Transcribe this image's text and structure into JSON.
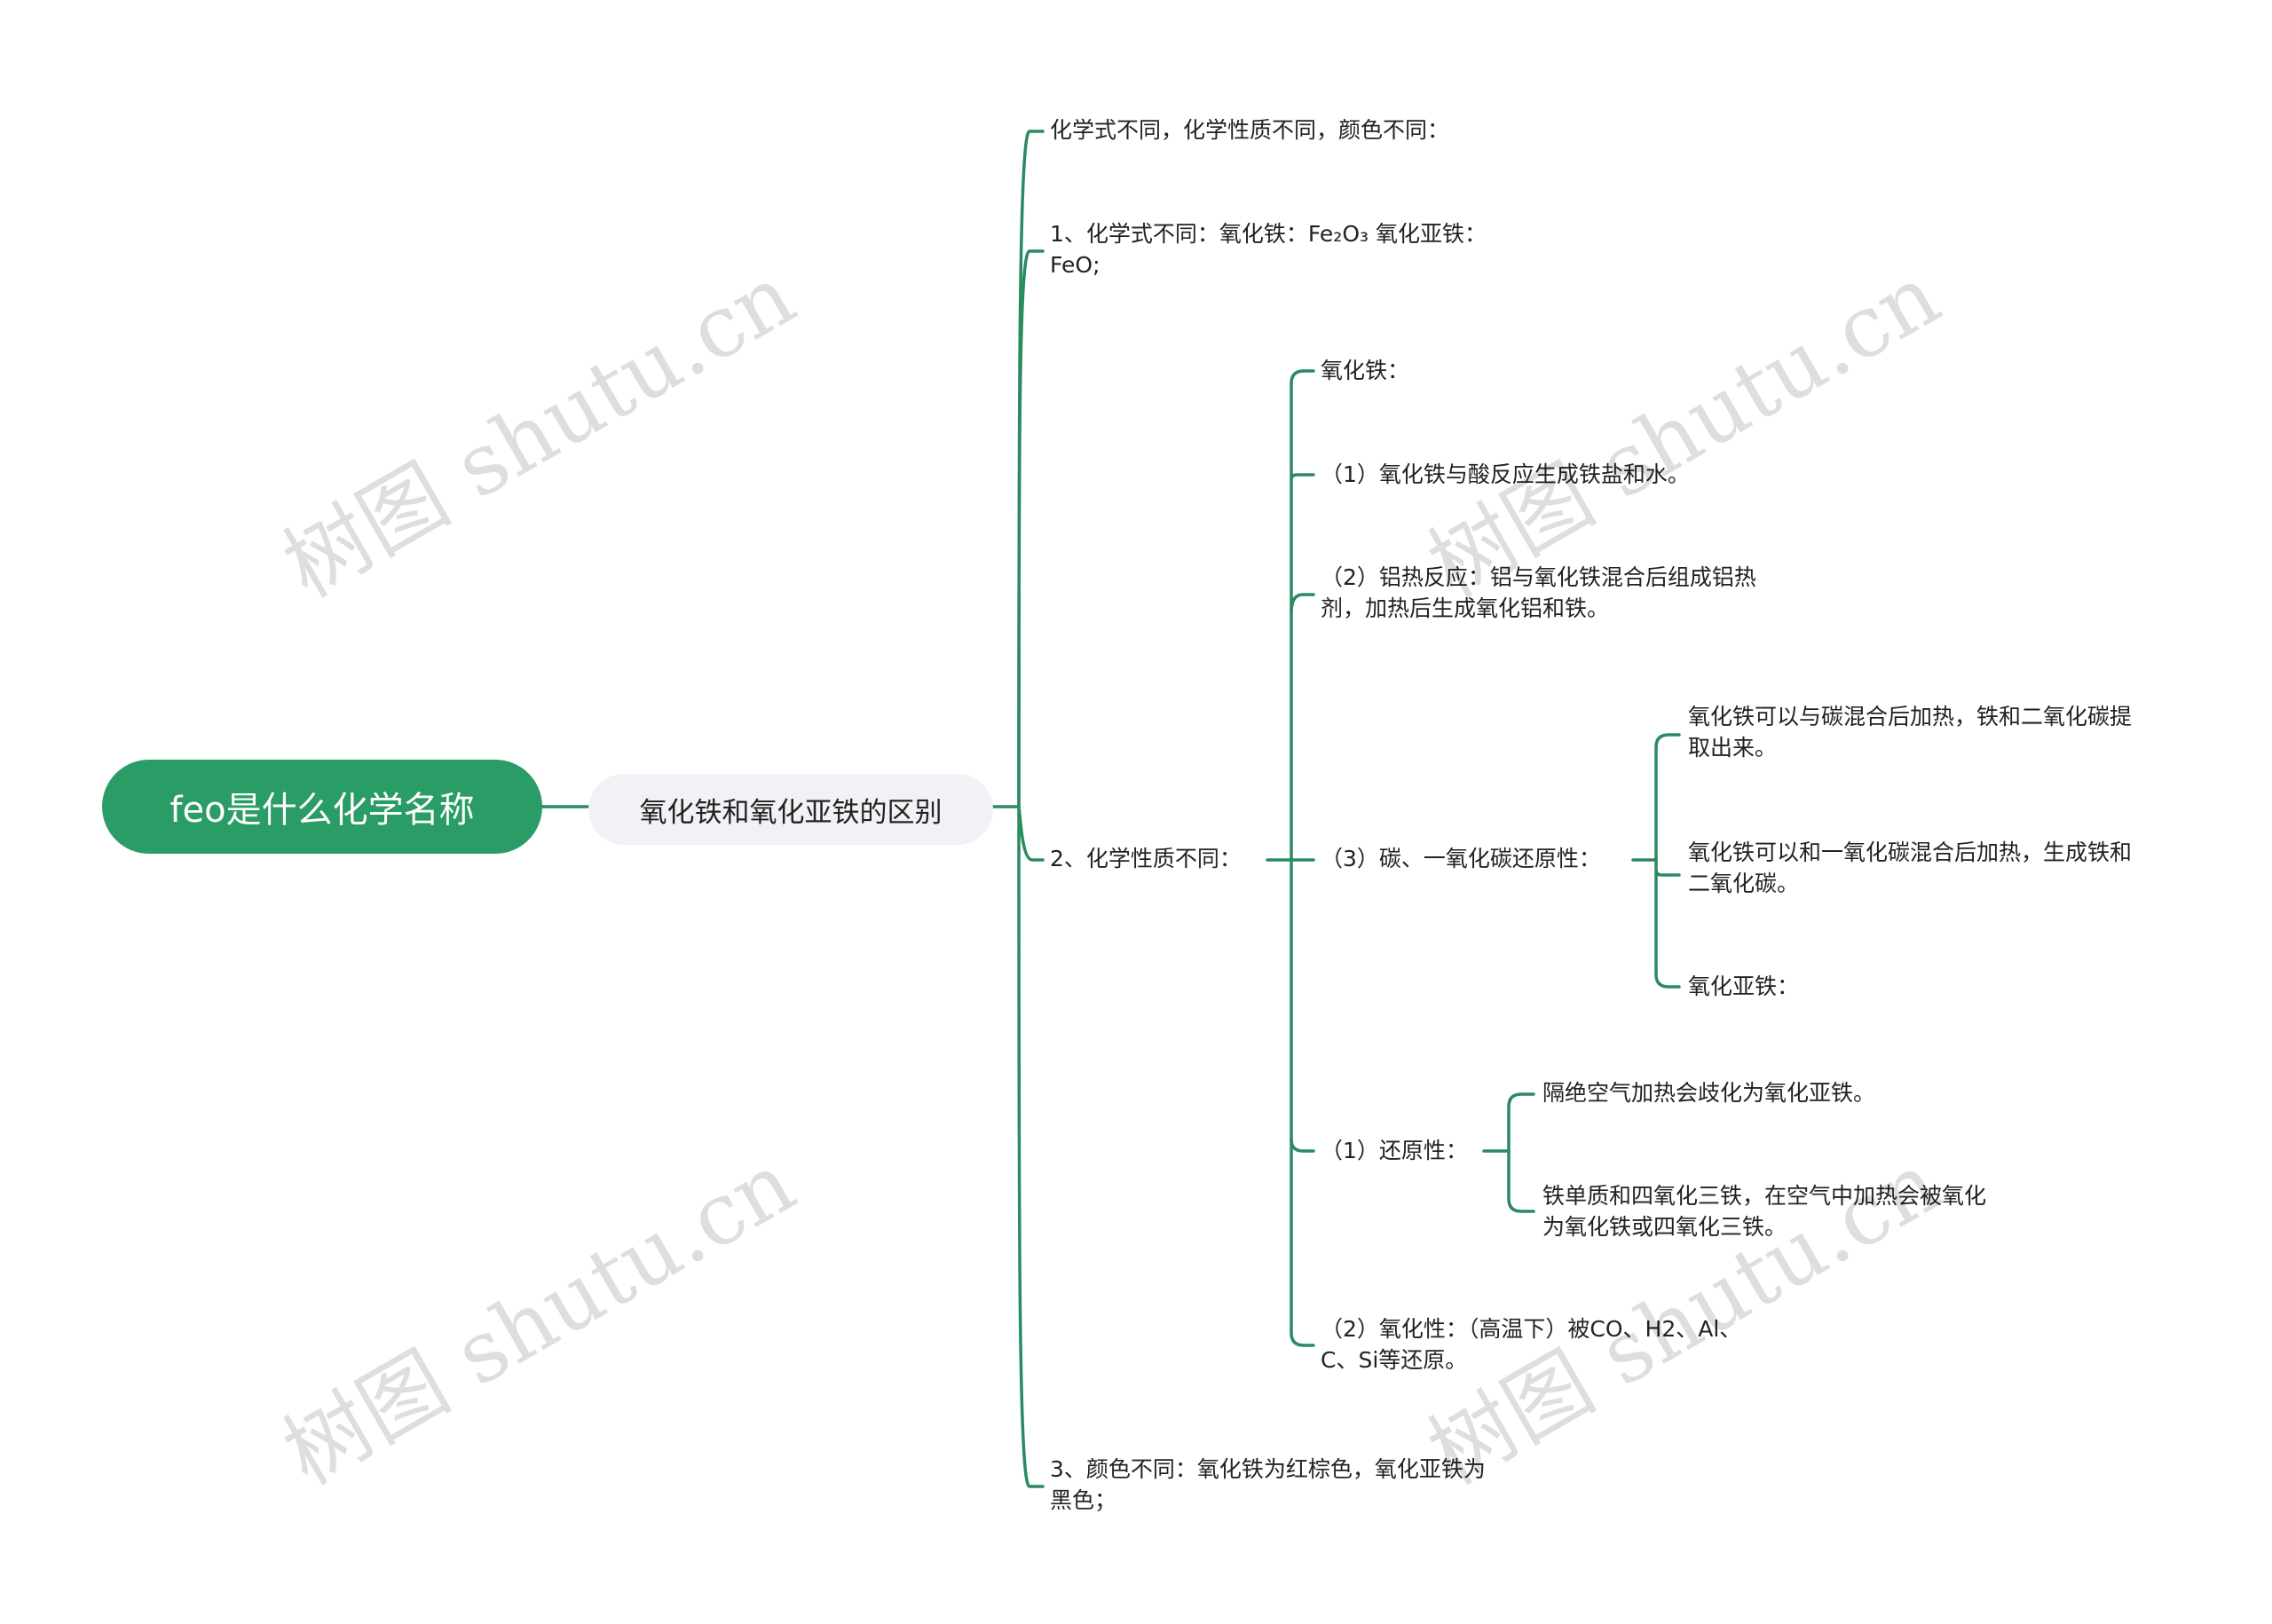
{
  "root": {
    "label": "feo是什么化学名称"
  },
  "branch": {
    "label": "氧化铁和氧化亚铁的区别"
  },
  "nodes": {
    "intro": "化学式不同，化学性质不同，颜色不同：",
    "formula_line1": "1、化学式不同：氧化铁：Fe₂O₃ 氧化亚铁：",
    "formula_line2": "FeO;",
    "chem": "2、化学性质不同：",
    "color_line1": "3、颜色不同：氧化铁为红棕色，氧化亚铁为",
    "color_line2": "黑色；",
    "ferric": "氧化铁：",
    "acid": "（1）氧化铁与酸反应生成铁盐和水。",
    "thermite_line1": "（2）铝热反应：铝与氧化铁混合后组成铝热",
    "thermite_line2": "剂，加热后生成氧化铝和铁。",
    "carbon": "（3）碳、一氧化碳还原性：",
    "carbon_a_line1": "氧化铁可以与碳混合后加热，铁和二氧化碳提",
    "carbon_a_line2": "取出来。",
    "carbon_b_line1": "氧化铁可以和一氧化碳混合后加热，生成铁和",
    "carbon_b_line2": "二氧化碳。",
    "ferrous": "氧化亚铁：",
    "reducing": "（1）还原性：",
    "reducing_a": "隔绝空气加热会歧化为氧化亚铁。",
    "reducing_b_line1": "铁单质和四氧化三铁，在空气中加热会被氧化",
    "reducing_b_line2": "为氧化铁或四氧化三铁。",
    "oxidizing_line1": "（2）氧化性：（高温下）被CO、H2、Al、",
    "oxidizing_line2": "C、Si等还原。"
  },
  "watermark": "树图 shutu.cn",
  "colors": {
    "root_fill": "#2a9c66",
    "branch_fill": "#f0f2f5",
    "line": "#2a8a60"
  }
}
